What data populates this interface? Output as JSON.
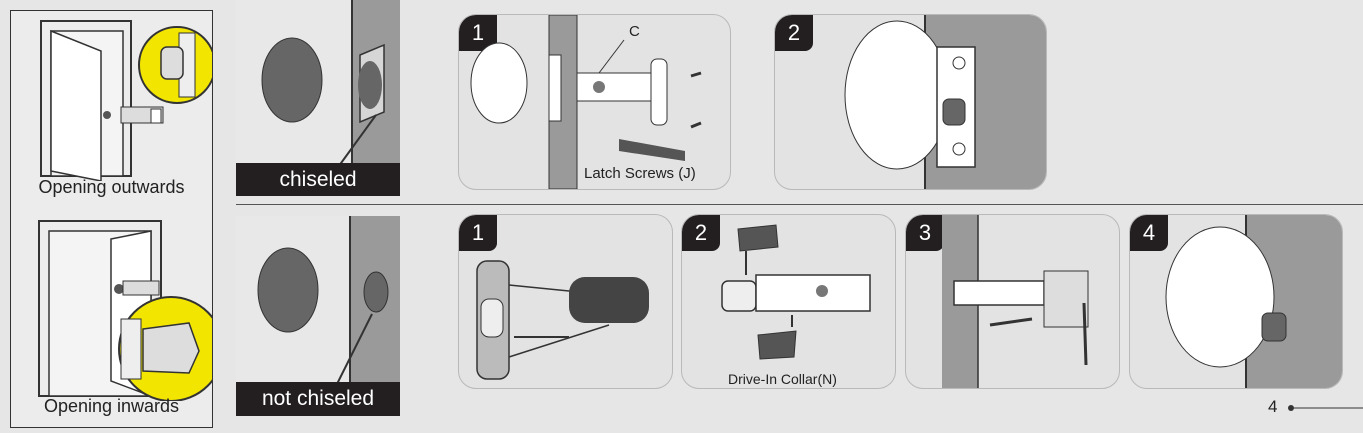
{
  "sidebar": {
    "top_label": "Opening outwards",
    "bottom_label": "Opening inwards"
  },
  "row_chiseled": {
    "label": "chiseled",
    "steps": [
      {
        "number": "1",
        "callout": "C",
        "caption": "Latch Screws (J)"
      },
      {
        "number": "2"
      }
    ]
  },
  "row_not_chiseled": {
    "label": "not chiseled",
    "steps": [
      {
        "number": "1"
      },
      {
        "number": "2",
        "caption": "Drive-In Collar(N)"
      },
      {
        "number": "3"
      },
      {
        "number": "4"
      }
    ]
  },
  "page_number": "4",
  "colors": {
    "highlight": "#f2e600",
    "dark": "#231f20",
    "door_gray": "#9a9a9a",
    "panel_bg": "#e3e3e3"
  }
}
